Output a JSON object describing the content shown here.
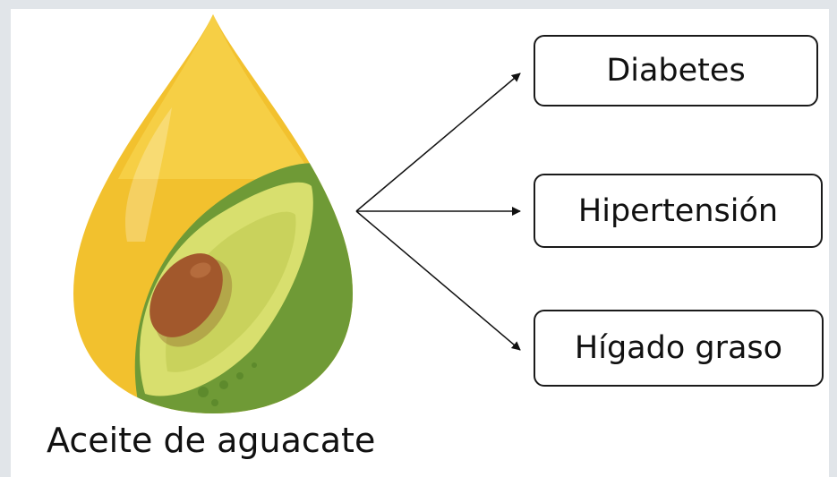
{
  "diagram": {
    "caption": "Aceite de aguacate",
    "conditions": [
      {
        "label": "Diabetes"
      },
      {
        "label": "Hipertensión"
      },
      {
        "label": "Hígado graso"
      }
    ]
  },
  "icons": {
    "drop": "avocado-oil-drop-icon"
  },
  "colors": {
    "oil": "#f2c12e",
    "avocado_skin": "#6f9a36",
    "avocado_flesh": "#d8df6e",
    "seed": "#a2582c"
  }
}
